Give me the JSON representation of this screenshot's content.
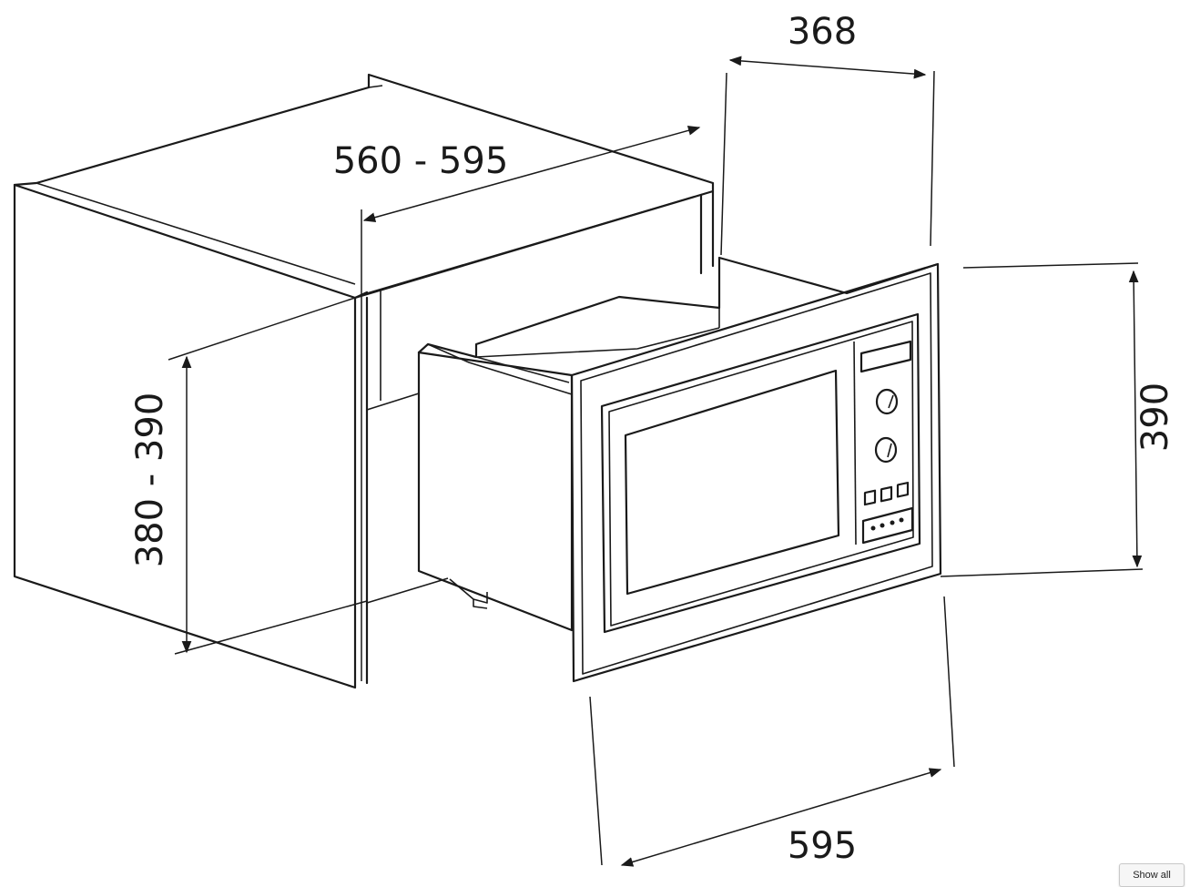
{
  "dimensions": {
    "cabinet_depth": "368",
    "cabinet_width": "560 - 595",
    "cabinet_height": "380 - 390",
    "appliance_height": "390",
    "appliance_width": "595"
  },
  "ui": {
    "show_all_label": "Show all"
  }
}
